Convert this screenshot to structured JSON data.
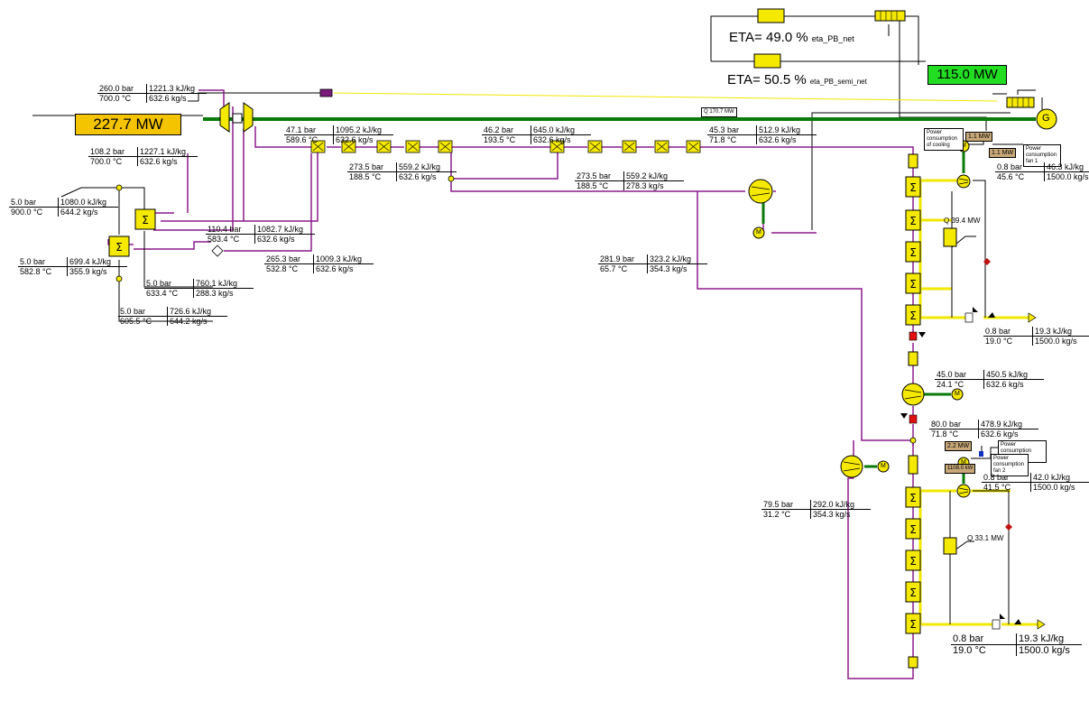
{
  "turbine_power": "227.7 MW",
  "net_power": "115.0 MW",
  "eta_net": {
    "value": "ETA= 49.0 %",
    "name": "eta_PB_net"
  },
  "eta_semi": {
    "value": "ETA= 50.5 %",
    "name": "eta_PB_semi_net"
  },
  "generator_label": "G",
  "motor_label": "M",
  "heat_sink_top": "Q 39.4  MW",
  "heat_sink_bottom": "Q 33.1  MW",
  "shaft_heat": "Q 170.7 MW",
  "pump_power_top": "1.1 MW",
  "pump_power_top2": "1.1 MW",
  "pump_power_bottom": "2.2 MW",
  "pump_power_bottom2": "1108.0 kW",
  "tiny_notes": {
    "n1": "Power consumption of cooling",
    "n2": "Power consumption fan 1",
    "n3": "Power consumption cooling",
    "n4": "Power consumption fan 2"
  },
  "states": {
    "s_main_in": {
      "p": "260.0  bar",
      "h": "1221.3  kJ/kg",
      "t": "700.0  °C",
      "m": "632.6  kg/s"
    },
    "s_reheat_in": {
      "p": "108.2  bar",
      "h": "1227.1  kJ/kg",
      "t": "700.0  °C",
      "m": "632.6  kg/s"
    },
    "s_salt_in": {
      "p": "5.0  bar",
      "h": "1080.0  kJ/kg",
      "t": "900.0  °C",
      "m": "644.2  kg/s"
    },
    "s_salt_mid": {
      "p": "5.0  bar",
      "h": "699.4  kJ/kg",
      "t": "582.8  °C",
      "m": "355.9  kg/s"
    },
    "s_salt_b": {
      "p": "5.0  bar",
      "h": "760.1  kJ/kg",
      "t": "633.4  °C",
      "m": "288.3  kg/s"
    },
    "s_salt_out": {
      "p": "5.0  bar",
      "h": "726.6  kJ/kg",
      "t": "605.5  °C",
      "m": "644.2  kg/s"
    },
    "s_hp_out": {
      "p": "110.4  bar",
      "h": "1082.7  kJ/kg",
      "t": "583.4  °C",
      "m": "632.6  kg/s"
    },
    "s_ht_in": {
      "p": "265.3  bar",
      "h": "1009.3  kJ/kg",
      "t": "532.8  °C",
      "m": "632.6  kg/s"
    },
    "s_lp_out": {
      "p": "47.1  bar",
      "h": "1095.2  kJ/kg",
      "t": "589.6  °C",
      "m": "632.6  kg/s"
    },
    "s_hot_cold": {
      "p": "273.5  bar",
      "h": "559.2  kJ/kg",
      "t": "188.5  °C",
      "m": "632.6  kg/s"
    },
    "s_lt_mid": {
      "p": "46.2  bar",
      "h": "645.0  kJ/kg",
      "t": "193.5  °C",
      "m": "632.6  kg/s"
    },
    "s_split": {
      "p": "273.5  bar",
      "h": "559.2  kJ/kg",
      "t": "188.5  °C",
      "m": "278.3  kg/s"
    },
    "s_lt_out": {
      "p": "45.3  bar",
      "h": "512.9  kJ/kg",
      "t": "71.8  °C",
      "m": "632.6  kg/s"
    },
    "s_rc_out": {
      "p": "281.9  bar",
      "h": "323.2  kJ/kg",
      "t": "65.7  °C",
      "m": "354.3  kg/s"
    },
    "s_cw1_out": {
      "p": "0.8  bar",
      "h": "46.3  kJ/kg",
      "t": "45.6  °C",
      "m": "1500.0  kg/s"
    },
    "s_cw1_in": {
      "p": "0.8  bar",
      "h": "19.3  kJ/kg",
      "t": "19.0  °C",
      "m": "1500.0  kg/s"
    },
    "s_comp1_in": {
      "p": "45.0  bar",
      "h": "450.5  kJ/kg",
      "t": "24.1  °C",
      "m": "632.6  kg/s"
    },
    "s_comp1_out": {
      "p": "80.0  bar",
      "h": "478.9  kJ/kg",
      "t": "71.8  °C",
      "m": "632.6  kg/s"
    },
    "s_cw2_out": {
      "p": "0.8  bar",
      "h": "42.0  kJ/kg",
      "t": "41.5  °C",
      "m": "1500.0  kg/s"
    },
    "s_mc_out": {
      "p": "79.5  bar",
      "h": "292.0  kJ/kg",
      "t": "31.2  °C",
      "m": "354.3  kg/s"
    },
    "s_cw2_in": {
      "p": "0.8  bar",
      "h": "19.3  kJ/kg",
      "t": "19.0  °C",
      "m": "1500.0  kg/s"
    }
  },
  "colors": {
    "co2": "#8b1c8b",
    "water": "#f0e800",
    "shaft": "#0a7a0a",
    "salt": "#000000",
    "box": "#f5e900",
    "mwbox": "#f5c400",
    "netbox": "#22dd22"
  }
}
